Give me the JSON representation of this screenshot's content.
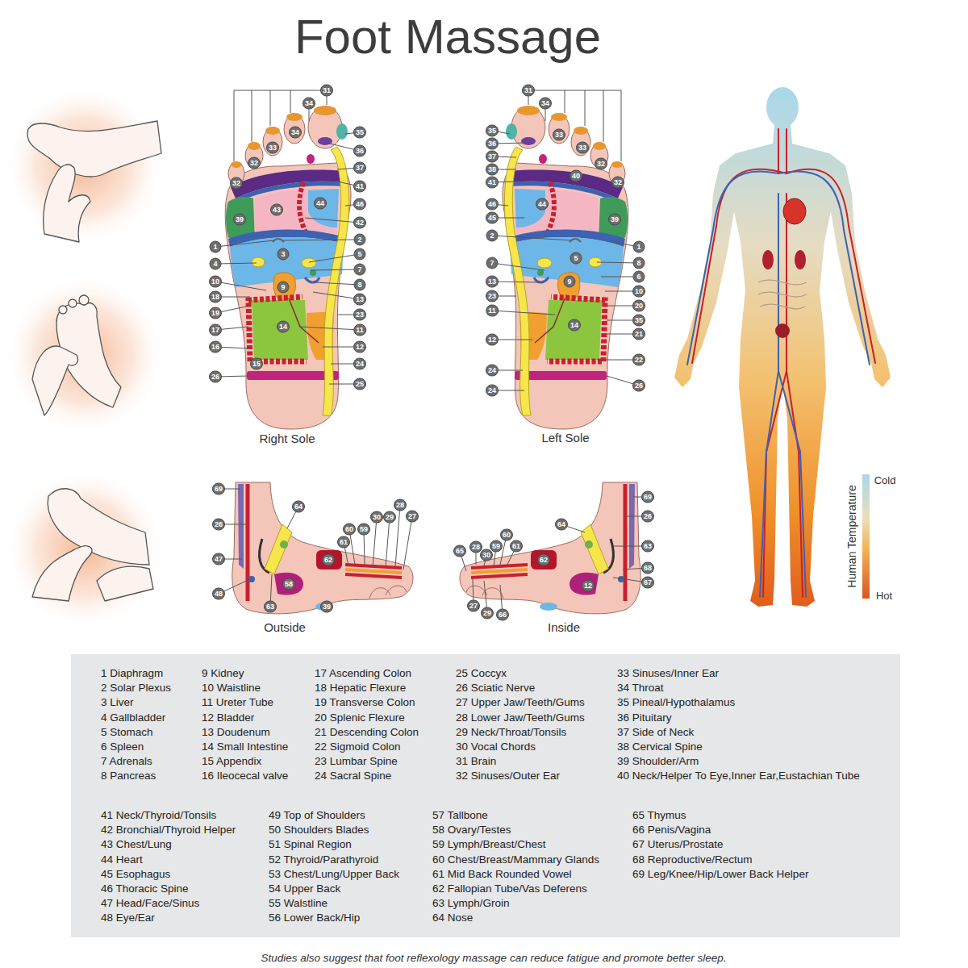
{
  "diagram": {
    "title": "Foot Massage",
    "caption": "Studies also suggest that foot reflexology massage can reduce fatigue and promote better sleep.",
    "labels": [
      "31",
      "34",
      "32",
      "32",
      "33",
      "34",
      "35",
      "36",
      "37",
      "41",
      "46",
      "42",
      "39",
      "43",
      "44",
      "1",
      "2",
      "3",
      "4",
      "5",
      "7",
      "8",
      "10",
      "9",
      "13",
      "18",
      "23",
      "19",
      "14",
      "17",
      "11",
      "16",
      "12",
      "24",
      "15",
      "26",
      "25",
      "Right Sole",
      "31",
      "34",
      "33",
      "33",
      "32",
      "32",
      "35",
      "36",
      "37",
      "38",
      "41",
      "40",
      "46",
      "44",
      "39",
      "45",
      "2",
      "1",
      "5",
      "7",
      "8",
      "6",
      "13",
      "9",
      "10",
      "23",
      "20",
      "11",
      "35",
      "14",
      "21",
      "12",
      "22",
      "24",
      "26",
      "24",
      "Left Sole",
      "69",
      "26",
      "64",
      "28",
      "27",
      "30",
      "29",
      "60",
      "59",
      "61",
      "47",
      "62",
      "58",
      "48",
      "63",
      "39",
      "Outside",
      "69",
      "60",
      "26",
      "64",
      "63",
      "59",
      "61",
      "28",
      "65",
      "30",
      "62",
      "68",
      "67",
      "12",
      "27",
      "29",
      "66",
      "Inside",
      "Cold",
      "Human Temperature",
      "Hot",
      "1 Diaphragm",
      "2 Solar Plexus",
      "3 Liver",
      "4 Gallbladder",
      "5 Stomach",
      "6 Spleen",
      "7 Adrenals",
      "8 Pancreas",
      "9 Kidney",
      "10 Waistline",
      "11 Ureter Tube",
      "12 Bladder",
      "13 Doudenum",
      "14 Small Intestine",
      "15 Appendix",
      "16 Ileocecal valve",
      "17 Ascending Colon",
      "18 Hepatic Flexure",
      "19 Transverse Colon",
      "20 Splenic Flexure",
      "21 Descending Colon",
      "22 Sigmoid Colon",
      "23 Lumbar Spine",
      "24 Sacral Spine",
      "25 Coccyx",
      "26 Sciatic Nerve",
      "27 Upper Jaw/Teeth/Gums",
      "28 Lower Jaw/Teeth/Gums",
      "29 Neck/Throat/Tonsils",
      "30 Vocal Chords",
      "31 Brain",
      "32 Sinuses/Outer Ear",
      "33 Sinuses/Inner Ear",
      "34 Throat",
      "35 Pineal/Hypothalamus",
      "36 Pituitary",
      "37 Side of Neck",
      "38 Cervical Spine",
      "39 Shoulder/Arm",
      "40 Neck/Helper To Eye,Inner Ear,Eustachian Tube",
      "41 Neck/Thyroid/Tonsils",
      "42 Bronchial/Thyroid Helper",
      "43 Chest/Lung",
      "44 Heart",
      "45 Esophagus",
      "46 Thoracic Spine",
      "47 Head/Face/Sinus",
      "48 Eye/Ear",
      "49 Top of Shoulders",
      "50 Shoulders Blades",
      "51 Spinal Region",
      "52 Thyroid/Parathyroid",
      "53 Chest/Lung/Upper Back",
      "54 Upper Back",
      "55 Walstline",
      "56 Lower Back/Hip",
      "57 Tallbone",
      "58 Ovary/Testes",
      "59 Lymph/Breast/Chest",
      "60 Chest/Breast/Mammary Glands",
      "61 Mid Back Rounded Vowel",
      "62 Fallopian Tube/Vas Deferens",
      "63 Lymph/Groin",
      "64 Nose",
      "65 Thymus",
      "66 Penis/Vagina",
      "67 Uterus/Prostate",
      "68 Reproductive/Rectum",
      "69 Leg/Knee/Hip/Lower Back Helper"
    ]
  }
}
